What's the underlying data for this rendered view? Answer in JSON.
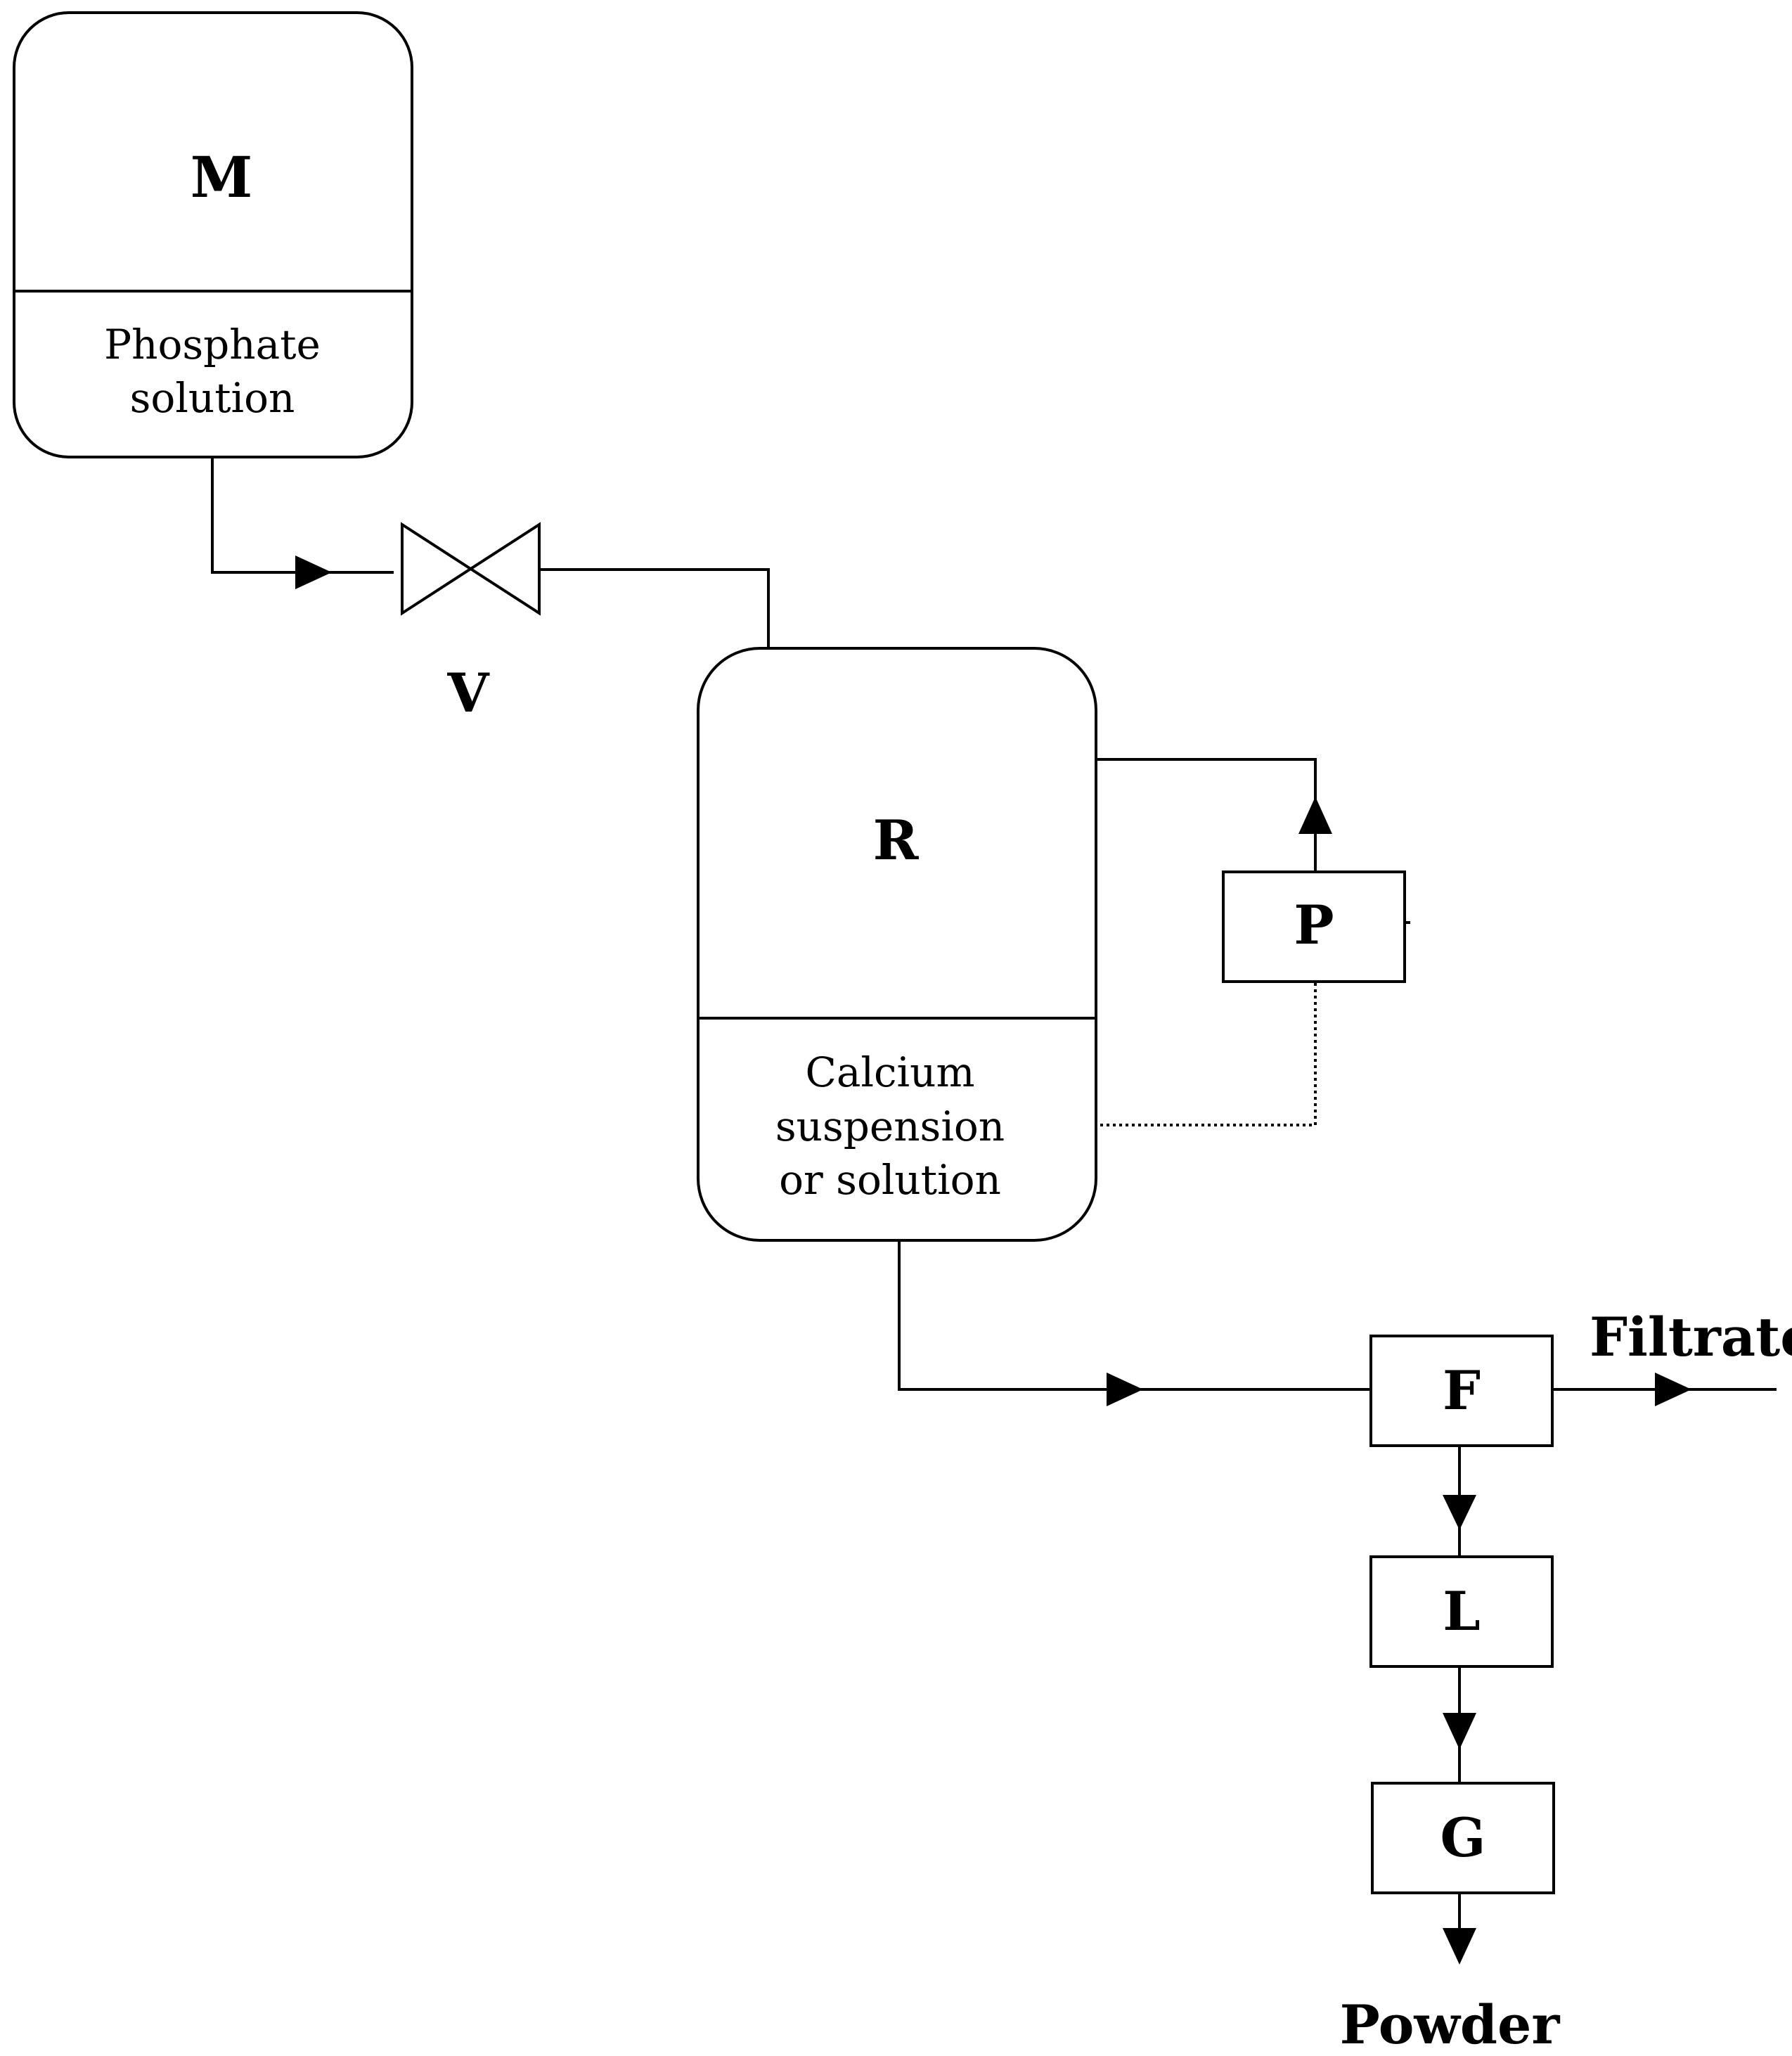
{
  "labels": {
    "M": "M",
    "phosphate_line1": "Phosphate",
    "phosphate_line2": "solution",
    "V": "V",
    "R": "R",
    "calcium_line1": "Calcium",
    "calcium_line2": "suspension",
    "calcium_line3": "or solution",
    "P": "P",
    "F": "F",
    "filtrate": "Filtrate",
    "L": "L",
    "G": "G",
    "powder": "Powder"
  }
}
